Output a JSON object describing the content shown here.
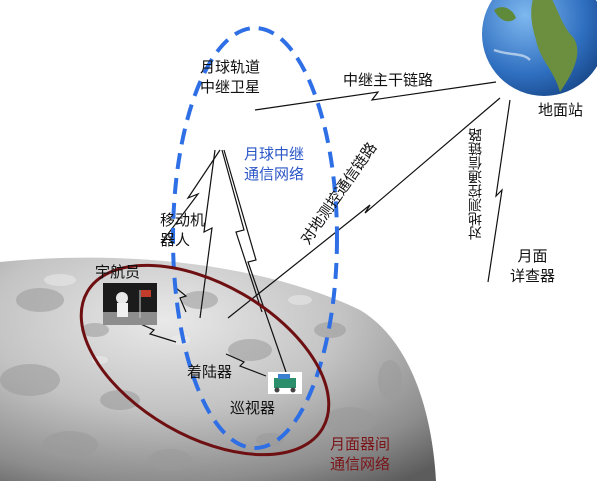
{
  "labels": {
    "relay_satellite": [
      "月球轨道",
      "中继卫星"
    ],
    "relay_link": "中继主干链路",
    "ground_station": "地面站",
    "relay_network": [
      "月球中继",
      "通信网络"
    ],
    "ground_link_diag": "对地测控通信链路",
    "ground_link_vert": "对地测控通信链路",
    "robot": [
      "移动机",
      "器人"
    ],
    "astronaut": "宇航员",
    "lander": "着陆器",
    "rover": "巡视器",
    "orbiter": [
      "月面",
      "详查器"
    ],
    "surface_network": [
      "月面器间",
      "通信网络"
    ]
  },
  "colors": {
    "relay_ellipse": "#2f6fe6",
    "surface_ellipse": "#6e0f12",
    "relay_text": "#2a56c6",
    "surface_text": "#7a1418"
  }
}
